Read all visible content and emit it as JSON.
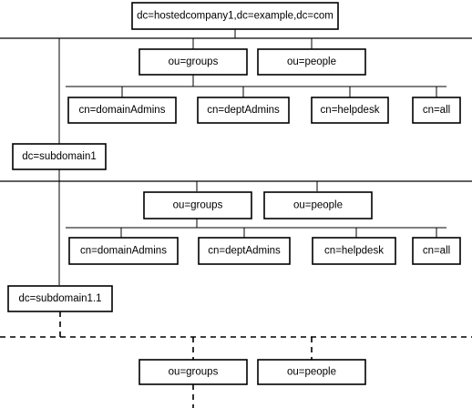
{
  "root": {
    "label": "dc=hostedcompany1,dc=example,dc=com"
  },
  "level1": {
    "ous": [
      {
        "label": "ou=groups"
      },
      {
        "label": "ou=people"
      }
    ],
    "cns": [
      {
        "label": "cn=domainAdmins"
      },
      {
        "label": "cn=deptAdmins"
      },
      {
        "label": "cn=helpdesk"
      },
      {
        "label": "cn=all"
      }
    ]
  },
  "subdomain1": {
    "label": "dc=subdomain1",
    "ous": [
      {
        "label": "ou=groups"
      },
      {
        "label": "ou=people"
      }
    ],
    "cns": [
      {
        "label": "cn=domainAdmins"
      },
      {
        "label": "cn=deptAdmins"
      },
      {
        "label": "cn=helpdesk"
      },
      {
        "label": "cn=all"
      }
    ]
  },
  "subdomain1_1": {
    "label": "dc=subdomain1.1",
    "ous": [
      {
        "label": "ou=groups"
      },
      {
        "label": "ou=people"
      }
    ]
  }
}
